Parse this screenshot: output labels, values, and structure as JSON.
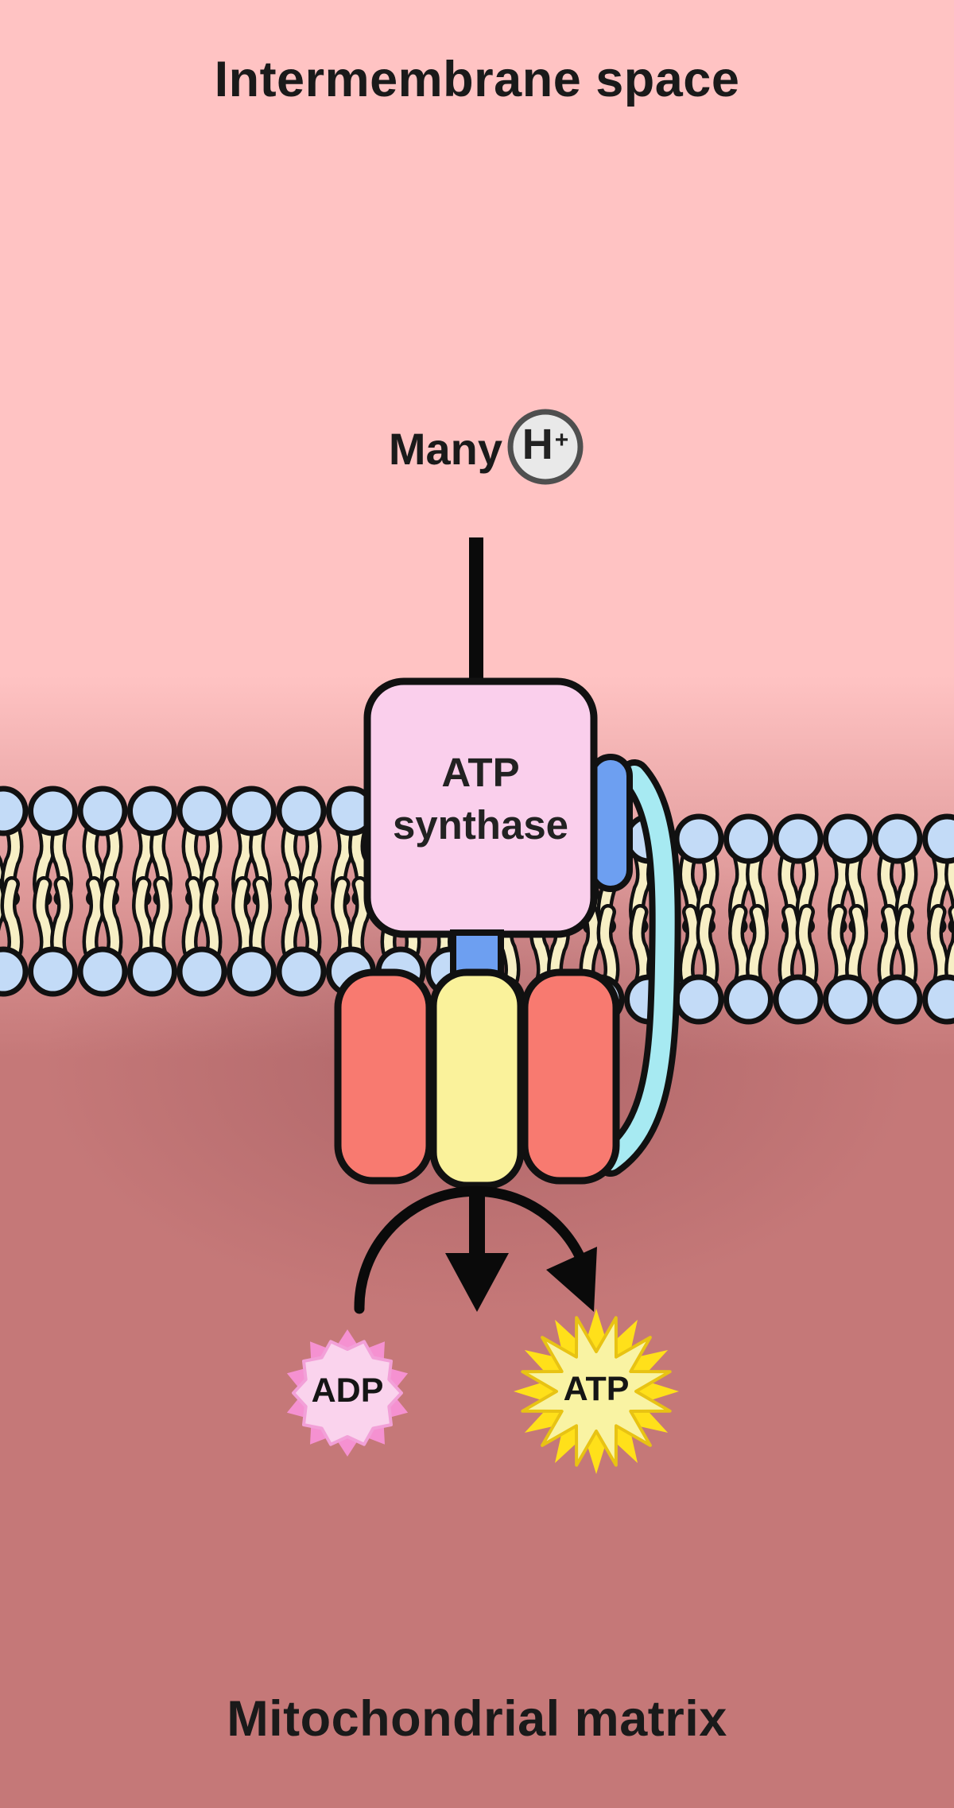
{
  "title_top": "Intermembrane space",
  "title_bottom": "Mitochondrial matrix",
  "proton_label": {
    "prefix": "Many",
    "symbol": "H",
    "charge": "+"
  },
  "synthase": {
    "line1": "ATP",
    "line2": "synthase"
  },
  "molecules": {
    "adp": "ADP",
    "atp": "ATP"
  },
  "colors": {
    "bg_top": "#FFC3C3",
    "bg_matrix": "#C57878",
    "ink": "#1A1A1A",
    "outline": "#111111",
    "membrane_head": "#C3DBF7",
    "membrane_tail": "#F7EFC5",
    "synthase_body": "#FACFEC",
    "stator_blue": "#6D9FF1",
    "stalk_cyan": "#A7EAF2",
    "rotor_red": "#F87A70",
    "rotor_yellow": "#FAF29B",
    "arrow_black": "#0A0A0A",
    "proton_circle_fill": "#E9E9E9",
    "proton_circle_ring": "#4F4F4F",
    "adp_burst_outer": "#F591D1",
    "adp_burst_inner": "#FAD3ED",
    "adp_burst_stroke": "#F2A0D8",
    "atp_burst_outer": "#FFE01A",
    "atp_burst_inner": "#F9F3A3",
    "atp_burst_stroke": "#E8C313"
  }
}
